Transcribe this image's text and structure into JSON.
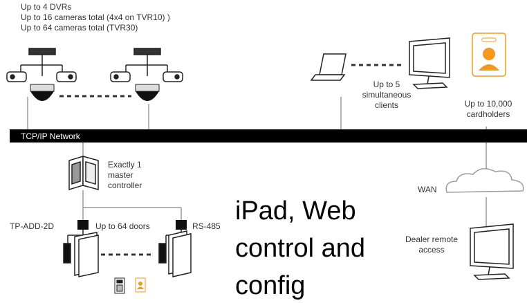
{
  "dvr_info": {
    "line1": "Up to 4 DVRs",
    "line2": "Up to 16 cameras total (4x4 on TVR10) )",
    "line3": "Up to 64 cameras total (TVR30)"
  },
  "network_label": "TCP/IP Network",
  "clients_label": {
    "l1": "Up to 5",
    "l2": "simultaneous",
    "l3": "clients"
  },
  "cardholders_label": {
    "l1": "Up to 10,000",
    "l2": "cardholders"
  },
  "controller_label": {
    "l1": "Exactly 1",
    "l2": "master",
    "l3": "controller"
  },
  "reader_left_label": "TP-ADD-2D",
  "reader_right_label": "RS-485",
  "doors_label": "Up to 64 doors",
  "wan_label": "WAN",
  "remote_label": {
    "l1": "Dealer remote",
    "l2": "access"
  },
  "overlay_text": {
    "l1": "iPad, Web",
    "l2": "control and",
    "l3": "config"
  },
  "colors": {
    "network_bar": "#000000",
    "badge": "#f39a1e",
    "line": "#999999",
    "ink": "#222222"
  }
}
